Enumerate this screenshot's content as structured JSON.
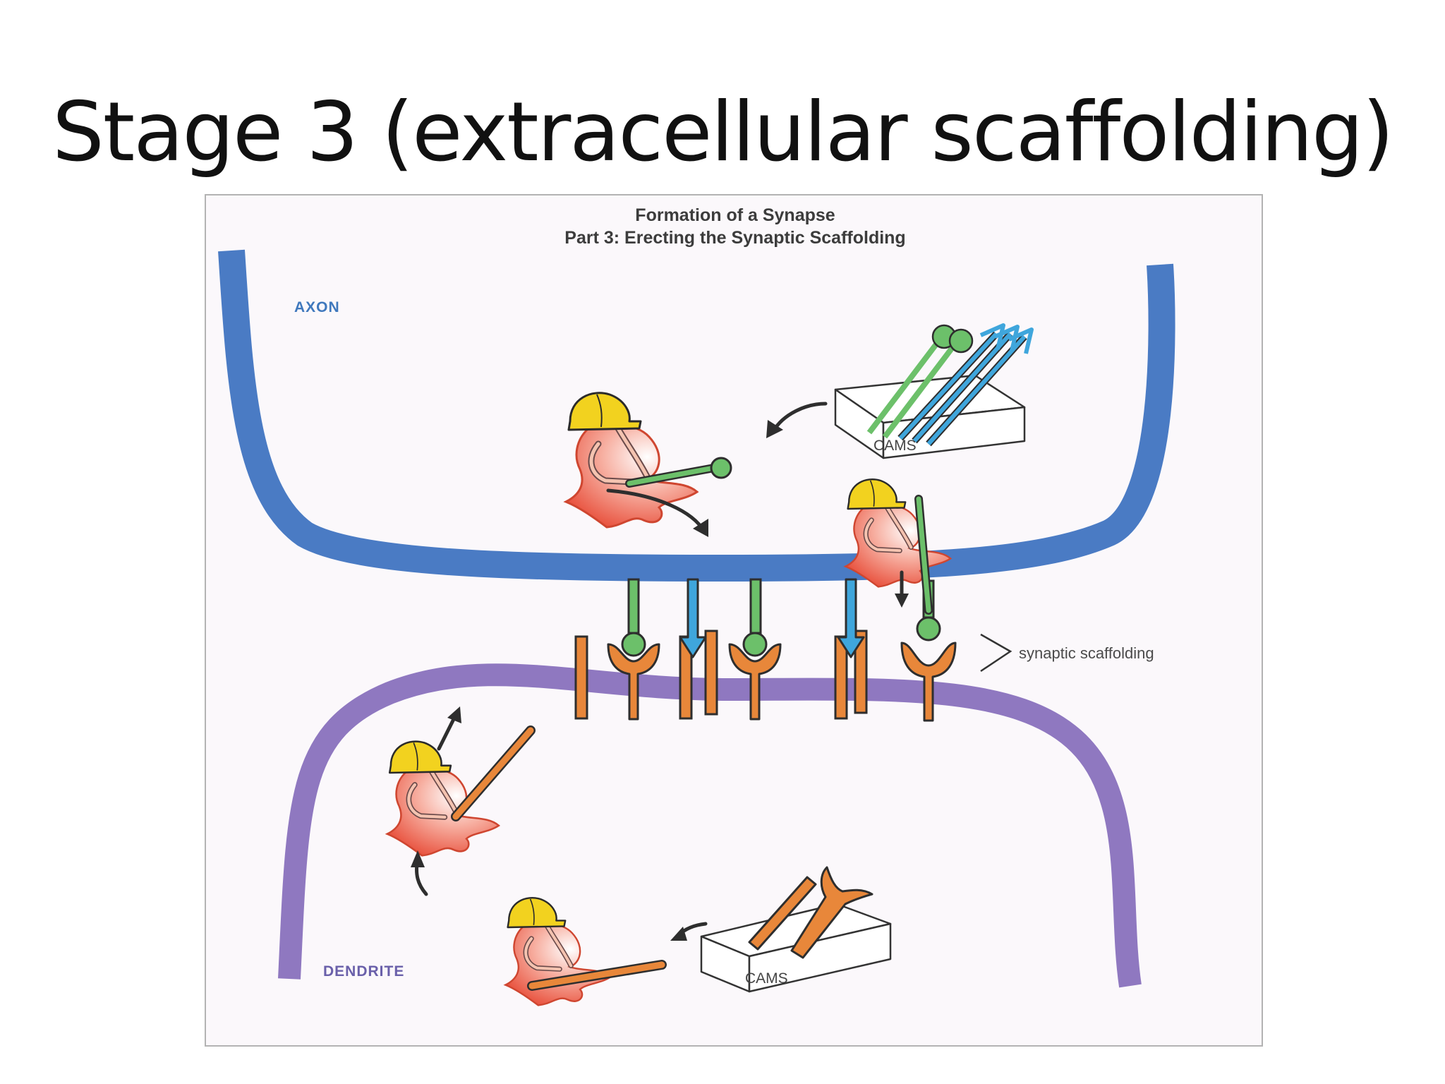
{
  "slide": {
    "title": "Stage 3 (extracellular scaffolding)"
  },
  "figure": {
    "title_line1": "Formation of a Synapse",
    "title_line2": "Part 3: Erecting the Synaptic Scaffolding",
    "labels": {
      "axon": "AXON",
      "dendrite": "DENDRITE",
      "cams_top": "CAMS",
      "cams_bottom": "CAMS",
      "synaptic_scaffolding": "synaptic scaffolding"
    }
  },
  "colors": {
    "axon": "#4a7bc4",
    "dendrite": "#8f78c0",
    "scaffold_orange": "#e8873a",
    "cam_green": "#6cc06a",
    "cam_blue": "#3fa6dc",
    "helmet": "#f2d21f",
    "worker": "#ea6a55"
  }
}
